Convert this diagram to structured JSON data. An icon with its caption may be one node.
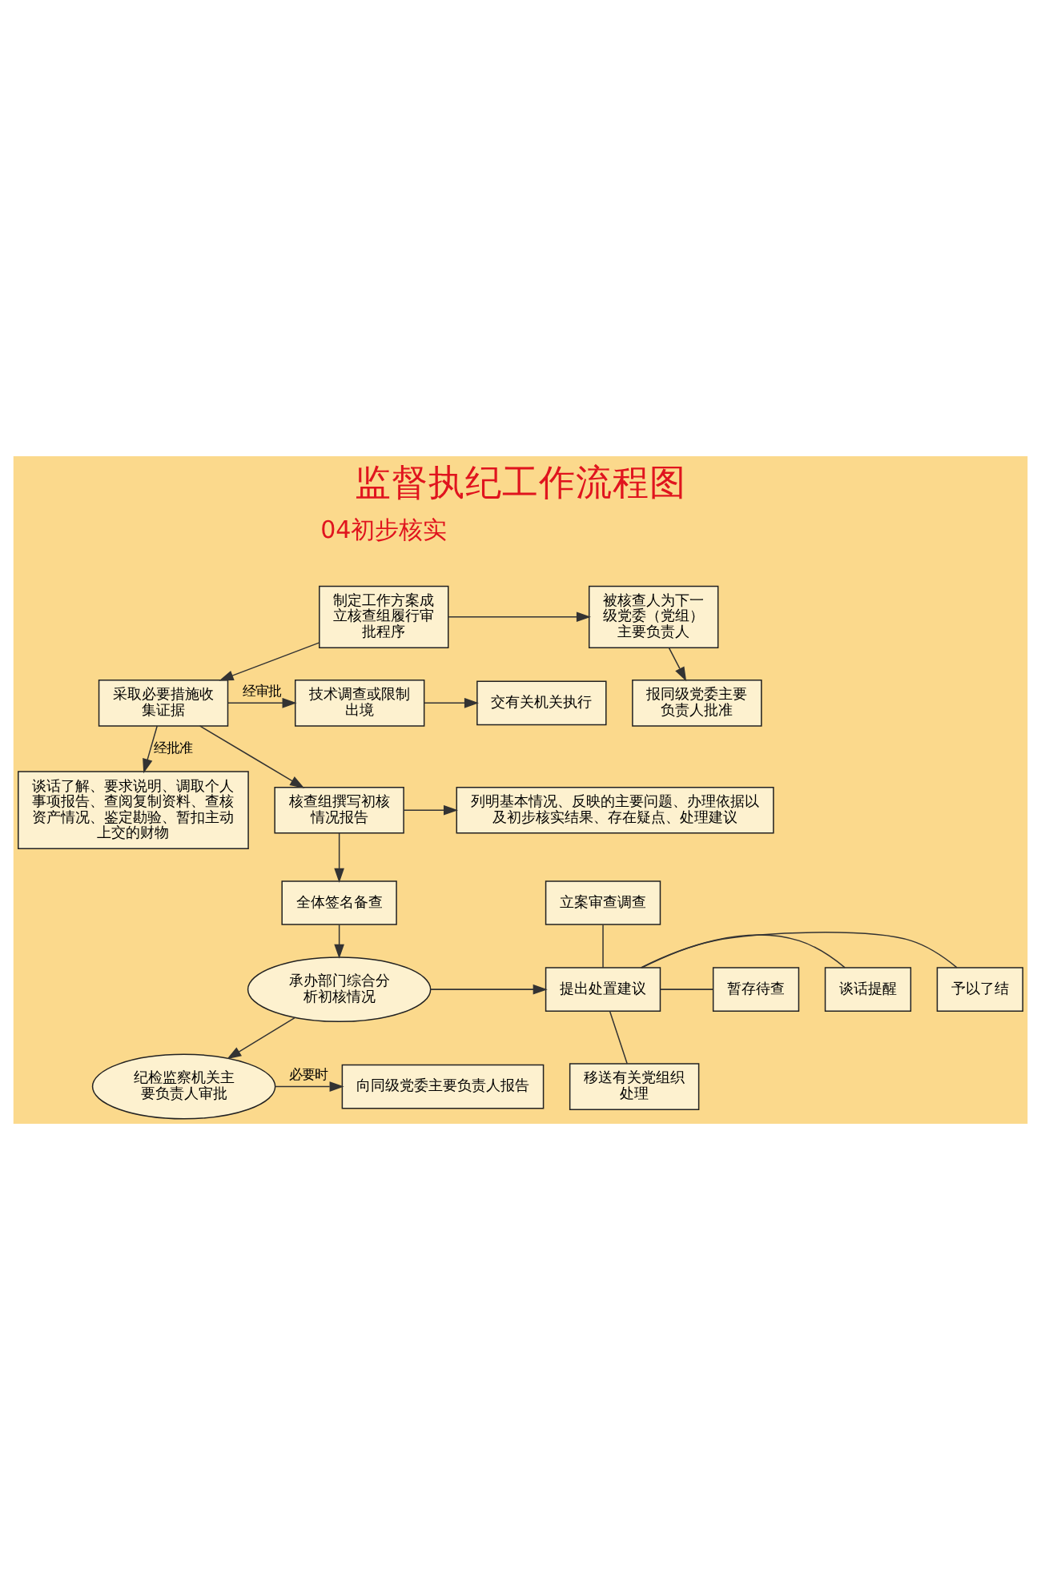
{
  "diagram": {
    "title": "监督执纪工作流程图",
    "nodes": [
      {
        "text": [
          "被核查人为下一级党委（党组）主要负责人"
        ]
      },
      {
        "text": [
          "制定工作方案成立核查组履行审批程序"
        ]
      },
      {
        "text": [
          "谈话了解、要求说明、调取个人事项报告、查阅复制资料、查核资产情况、鉴定勘验、暂扣主动上交的财物"
        ]
      },
      {
        "text": [
          "报同级党委主要负责人批准"
        ]
      },
      {
        "text": [
          "采取必要措施收集证据"
        ]
      },
      {
        "text": [
          "技术调查或限制出境"
        ]
      },
      {
        "text": [
          "交有关机关执行"
        ]
      },
      {
        "text": [
          "核查组撰写初核情况报告"
        ]
      },
      {
        "text": [
          "列明基本情况、反映的主要问题、办理依据以及初步核实结果、存在疑点、处理建议"
        ]
      },
      {
        "text": [
          "立案审查调查"
        ]
      },
      {
        "text": [
          "全体签名备查"
        ]
      },
      {
        "text": [
          "予以了结"
        ]
      },
      {
        "text": [
          "谈话提醒"
        ]
      },
      {
        "text": [
          "承办部门综合分析初核情况"
        ]
      },
      {
        "text": [
          "提出处置建议"
        ]
      },
      {
        "text": [
          "暂存待查"
        ]
      },
      {
        "text": [
          "移送有关党组织处理"
        ]
      },
      {
        "text": [
          "纪检监察机关主要负责人审批"
        ]
      },
      {
        "text": [
          "向同级党委主要负责人报告"
        ]
      }
    ],
    "edges": [
      {
        "from": 1,
        "to": 0,
        "arrow": "to"
      },
      {
        "from": 0,
        "to": 3,
        "arrow": "to"
      },
      {
        "from": 1,
        "to": 4,
        "arrow": "to"
      },
      {
        "from": 4,
        "to": 2,
        "arrow": "to",
        "label": "经批准"
      },
      {
        "from": 4,
        "to": 5,
        "arrow": "to",
        "label": "经审批"
      },
      {
        "from": 5,
        "to": 6,
        "arrow": "to"
      },
      {
        "from": 4,
        "to": 7,
        "arrow": "to"
      },
      {
        "from": 7,
        "to": 8,
        "arrow": "to"
      },
      {
        "from": 7,
        "to": 10,
        "arrow": "to"
      },
      {
        "from": 10,
        "to": 13,
        "arrow": "to"
      },
      {
        "from": 13,
        "to": 14,
        "arrow": "to"
      },
      {
        "from": 14,
        "to": 9,
        "arrow": "none"
      },
      {
        "from": 14,
        "to": 11,
        "arrow": "none"
      },
      {
        "from": 14,
        "to": 12,
        "arrow": "none"
      },
      {
        "from": 14,
        "to": 15,
        "arrow": "none"
      },
      {
        "from": 14,
        "to": 16,
        "arrow": "none"
      },
      {
        "from": 13,
        "to": 17,
        "arrow": "to"
      },
      {
        "from": 17,
        "to": 18,
        "arrow": "to",
        "label": "必要时"
      }
    ],
    "labels": [
      "04初步核实"
    ]
  }
}
